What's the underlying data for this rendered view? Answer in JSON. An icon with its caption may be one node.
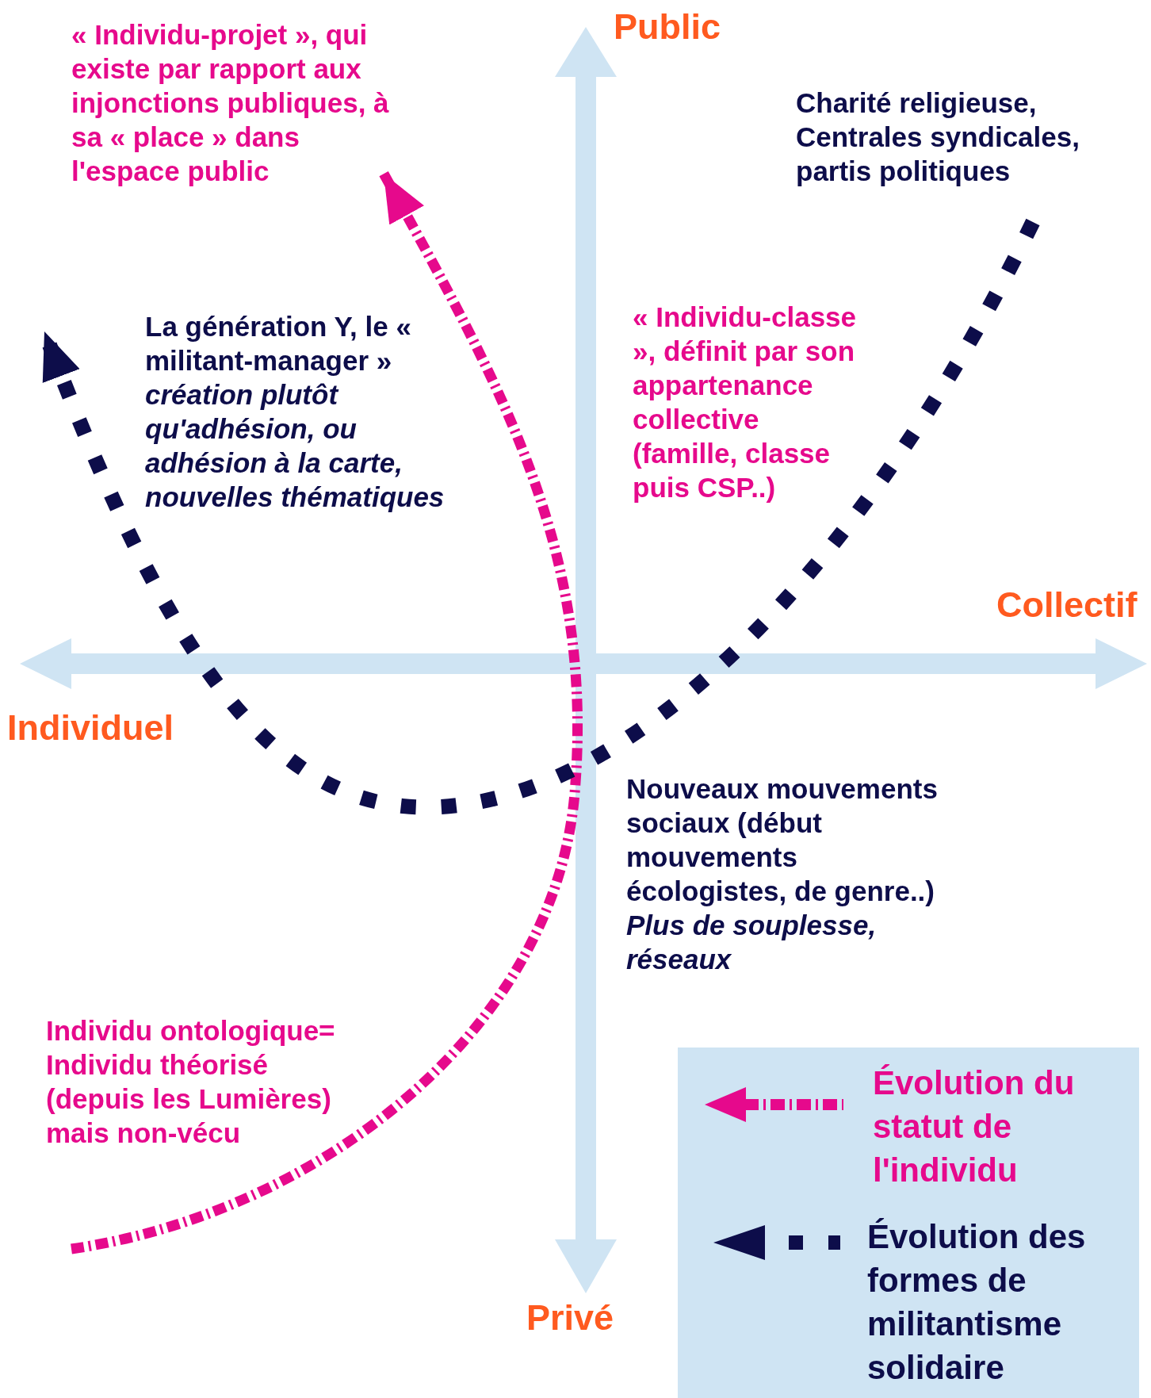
{
  "diagram": {
    "nodes": [
      {
        "text": [
          "« Individu-projet », qui existe par rapport aux injonctions publiques, à sa « place » dans l'espace public"
        ]
      },
      {
        "text": [
          "Charité religieuse, Centrales syndicales, partis politiques"
        ]
      },
      {
        "text": [
          "La génération Y, le « militant-manager »",
          "création plutôt qu'adhésion, ou adhésion à la carte, nouvelles thématiques"
        ]
      },
      {
        "text": [
          "« Individu-classe », définit par son appartenance collective (famille, classe puis CSP..)"
        ]
      },
      {
        "text": [
          "Nouveaux mouvements sociaux (début mouvements écologistes, de genre..)",
          "Plus de souplesse, réseaux"
        ]
      },
      {
        "text": [
          "Individu ontologique= Individu théorisé (depuis les Lumières) mais non-vécu"
        ]
      }
    ],
    "edges": [
      {
        "from": 5,
        "to": 0,
        "arrow": "to",
        "style": "dashed",
        "color": "#e6098c"
      },
      {
        "from": 1,
        "to": 2,
        "arrow": "to",
        "style": "dashed",
        "color": "#0d0d4a"
      }
    ],
    "labels": [
      "Public",
      "Collectif",
      "Individuel",
      "Privé"
    ],
    "legend": [
      {
        "text": "Évolution du statut de l'individu"
      },
      {
        "text": "Évolution des formes de militantisme solidaire"
      }
    ]
  }
}
